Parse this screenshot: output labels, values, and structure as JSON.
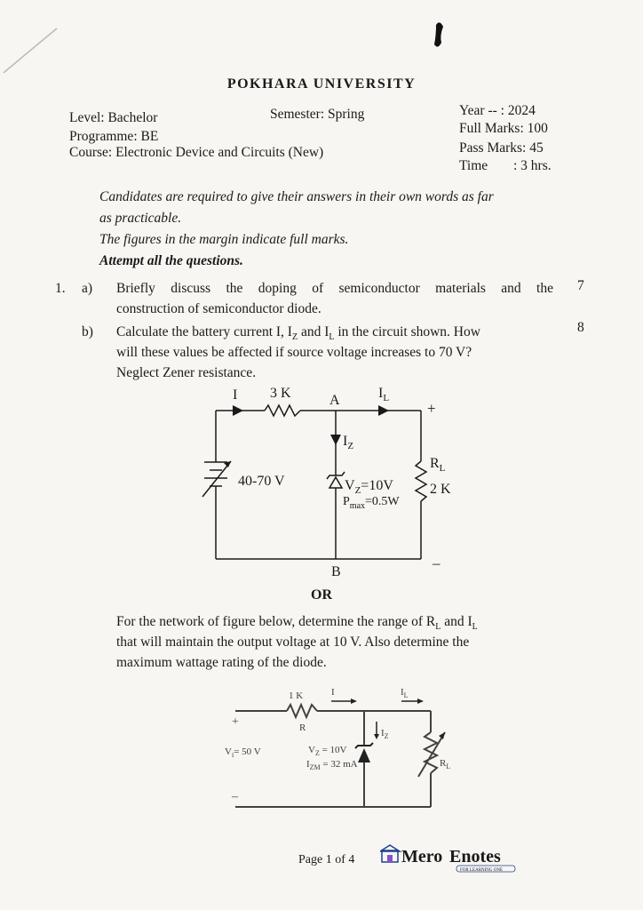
{
  "header": {
    "university": "POKHARA UNIVERSITY",
    "level": "Level: Bachelor",
    "semester": "Semester: Spring",
    "programme": "Programme: BE",
    "course": "Course: Electronic Device and Circuits (New)",
    "year": "Year -- : 2024",
    "full_marks": "Full Marks: 100",
    "pass_marks": "Pass Marks: 45",
    "time_label": "Time",
    "time_value": ": 3 hrs."
  },
  "instructions": [
    "Candidates are required to give their answers in their own words as far",
    "as practicable.",
    "The figures in the margin indicate full marks.",
    "Attempt all the questions."
  ],
  "question1": {
    "number": "1.",
    "a": {
      "label": "a)",
      "line1": "Briefly discuss the doping of semiconductor materials and the",
      "line2": "construction of semiconductor diode.",
      "marks": "7"
    },
    "b": {
      "label": "b)",
      "line1": "Calculate the battery current I, I",
      "line1_sub1": "Z",
      "line1_mid": " and I",
      "line1_sub2": "L",
      "line1_end": " in the circuit shown. How",
      "line2": "will these values be affected if source voltage increases to 70 V?",
      "line3": "Neglect Zener resistance.",
      "marks": "8"
    },
    "or": "OR",
    "alt": {
      "line1": "For the network of figure below, determine the range of R",
      "line1_sub1": "L",
      "line1_mid": " and I",
      "line1_sub2": "L",
      "line2": "that will maintain the output voltage at 10 V. Also determine the",
      "line3": "maximum wattage rating of the diode."
    }
  },
  "circuit1": {
    "current_I": "I",
    "resistor": "3 K",
    "node_A": "A",
    "current_IL": "I",
    "current_IL_sub": "L",
    "plus": "+",
    "current_IZ": "I",
    "current_IZ_sub": "Z",
    "source": "40-70 V",
    "vz": "V",
    "vz_sub": "Z",
    "vz_value": "=10V",
    "pmax": "P",
    "pmax_sub": "max",
    "pmax_value": "=0.5W",
    "rl": "R",
    "rl_sub": "L",
    "rl_value": "2 K",
    "node_B": "B",
    "minus": "–"
  },
  "circuit2": {
    "resistor_value": "1 K",
    "resistor_label": "R",
    "current_I": "I",
    "current_IL": "I",
    "current_IL_sub": "L",
    "current_IZ": "I",
    "current_IZ_sub": "Z",
    "plus": "+",
    "minus": "–",
    "vi": "V",
    "vi_sub": "i",
    "vi_value": "= 50 V",
    "vz": "V",
    "vz_sub": "Z",
    "vz_value": " = 10V",
    "izm": "I",
    "izm_sub": "ZM",
    "izm_value": " = 32 mA",
    "rl": "R",
    "rl_sub": "L"
  },
  "footer": {
    "page": "Page 1 of 4"
  },
  "logo": {
    "part1": "Mero",
    "part2": "Enotes",
    "tagline": "FOR LEARNING ONE",
    "brand_blue": "#1f3f8f",
    "brand_purple": "#8a4fd0"
  }
}
